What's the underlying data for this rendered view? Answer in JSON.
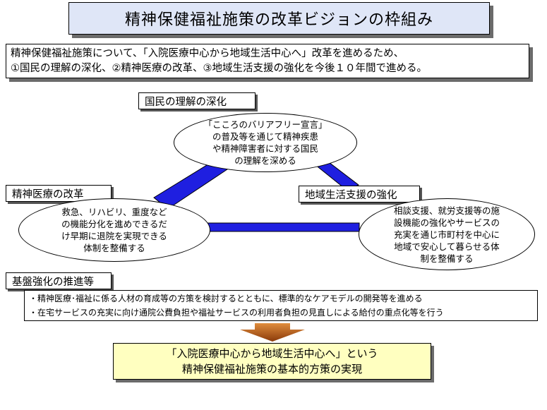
{
  "title": "精神保健福祉施策の改革ビジョンの枠組み",
  "intro": {
    "line1": "精神保健福祉施策について、「入院医療中心から地域生活中心へ」改革を進めるため、",
    "line2": "①国民の理解の深化、②精神医療の改革、③地域生活支援の強化を今後１０年間で進める。"
  },
  "pillars": {
    "understanding": {
      "label": "国民の理解の深化",
      "desc": [
        "「こころのバリアフリー宣言」",
        "の普及等を通じて精神疾患",
        "や精神障害者に対する国民",
        "の理解を深める"
      ]
    },
    "medical": {
      "label": "精神医療の改革",
      "desc": [
        "救急、リハビリ、重度など",
        "の機能分化を進めできるだ",
        "け早期に退院を実現できる",
        "体制を整備する"
      ]
    },
    "community": {
      "label": "地域生活支援の強化",
      "desc": [
        "相談支援、就労支援等の施",
        "設機能の強化やサービスの",
        "充実を通じ市町村を中心に",
        "地域で安心して暮らせる体",
        "制を整備する"
      ]
    }
  },
  "foundation": {
    "label": "基盤強化の推進等",
    "bullets": [
      "・精神医療･福祉に係る人材の育成等の方策を検討するとともに、標準的なケアモデルの開発等を進める",
      "・在宅サービスの充実に向け通院公費負担や福祉サービスの利用者負担の見直しによる給付の重点化等を行う"
    ]
  },
  "result": {
    "line1": "「入院医療中心から地域生活中心へ」という",
    "line2": "精神保健福祉施策の基本的方策の実現"
  },
  "colors": {
    "connector": "#1f1fe0",
    "arrow": "#c8641e",
    "title_bg": "#dfe6f7",
    "result_bg": "#ffffc0"
  }
}
